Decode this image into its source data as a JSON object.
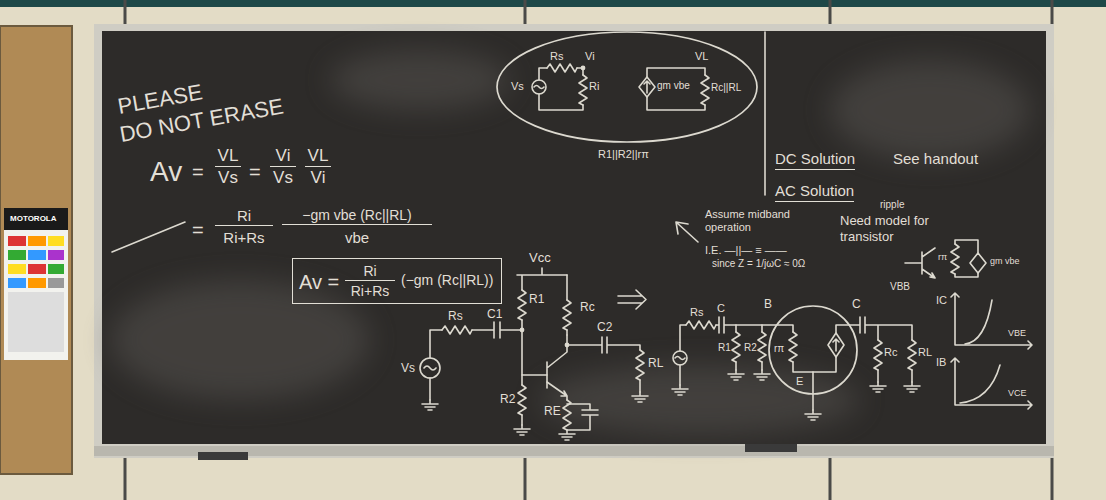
{
  "diagram": {
    "nodes": [
      {
        "text": [
          "Rs",
          "Vi",
          "Vs",
          "Ri",
          "gm vbe",
          "VL",
          "Rc||RL"
        ]
      },
      {
        "text": [
          "Av =",
          "Ri",
          "Ri+Rs",
          "(−gm (Rc||RL))"
        ]
      },
      {
        "text": [
          "B",
          "C",
          "rπ",
          "E"
        ]
      }
    ],
    "labels": [
      "MOTOROLA",
      "PLEASE",
      "DO NOT ERASE",
      "Av",
      "=",
      "VL",
      "Vs",
      "=",
      "Vi",
      "Vs",
      "VL",
      "Vi",
      "=",
      "Ri",
      "Ri+Rs",
      "−gm vbe (Rc||RL)",
      "vbe",
      "R1||R2||rπ",
      "DC Solution",
      "See handout",
      "AC Solution",
      "Assume midband operation",
      "ripple",
      "Need model for transistor",
      "I.E. —||— ≡ ——",
      "since Z = 1/jωC ≈ 0Ω",
      "Vcc",
      "Rs",
      "C1",
      "R1",
      "Rc",
      "Vs",
      "R2",
      "RE",
      "C2",
      "RL",
      "Rs",
      "C",
      "R1",
      "R2",
      "Rc",
      "RL",
      "VBB",
      "rπ",
      "gm vbe",
      "IC",
      "VBE",
      "IB",
      "VCE"
    ]
  }
}
